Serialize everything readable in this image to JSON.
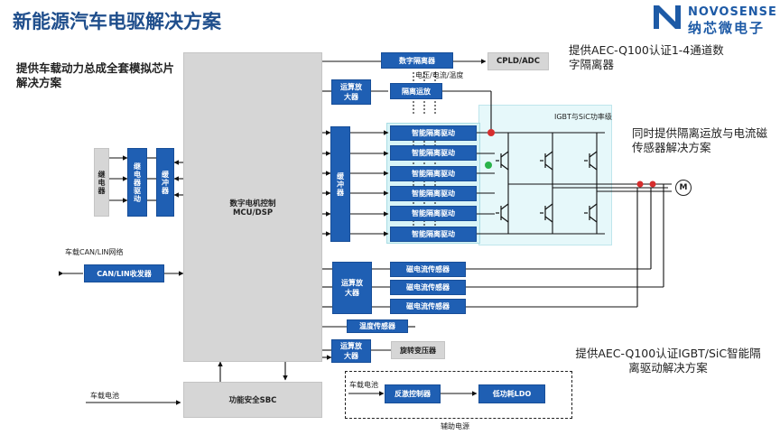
{
  "title": "新能源汽车电驱解决方案",
  "logo": {
    "en": "NOVOSENSE",
    "cn": "纳芯微电子",
    "color": "#1d5aa6"
  },
  "notes": {
    "left": "提供车载动力总成全套模拟芯片解决方案",
    "top_right": "提供AEC-Q100认证1-4通道数字隔离器",
    "middle_right": "同时提供隔离运放与电流磁传感器解决方案",
    "bottom_right": "提供AEC-Q100认证IGBT/SiC智能隔离驱动解决方案"
  },
  "blocks": {
    "relay": "继电器",
    "relay_driver": "继电器驱动",
    "buffer_left": "缓冲器",
    "mcu": "数字电机控制 MCU/DSP",
    "can_net_label": "车载CAN/LIN网络",
    "can": "CAN/LIN收发器",
    "sbc": "功能安全SBC",
    "battery_left": "车载电池",
    "digital_isolator": "数字隔离器",
    "cpld": "CPLD/ADC",
    "sense_label": "电压/电流/温度",
    "opamp_top": "运算放大器",
    "iso_amp": "隔离运放",
    "buffer_right": "缓冲器",
    "gate_drivers": [
      "智能隔离驱动",
      "智能隔离驱动",
      "智能隔离驱动",
      "智能隔离驱动",
      "智能隔离驱动",
      "智能隔离驱动"
    ],
    "power_stage": "IGBT与SiC功率级",
    "motor": "M",
    "opamp_mid": "运算放大器",
    "current_sensors": [
      "磁电流传感器",
      "磁电流传感器",
      "磁电流传感器"
    ],
    "temp_sensor": "温度传感器",
    "opamp_bottom": "运算放大器",
    "resolver": "旋转变压器",
    "battery_aux": "车载电池",
    "flyback": "反激控制器",
    "ldo": "低功耗LDO",
    "aux_power": "辅助电源"
  },
  "colors": {
    "accent_blue": "#1f5fb3",
    "block_gray": "#d6d6d6",
    "power_cyan": "#d8f4f7",
    "probe_red": "#d62d2d",
    "probe_green": "#2bb34a"
  }
}
